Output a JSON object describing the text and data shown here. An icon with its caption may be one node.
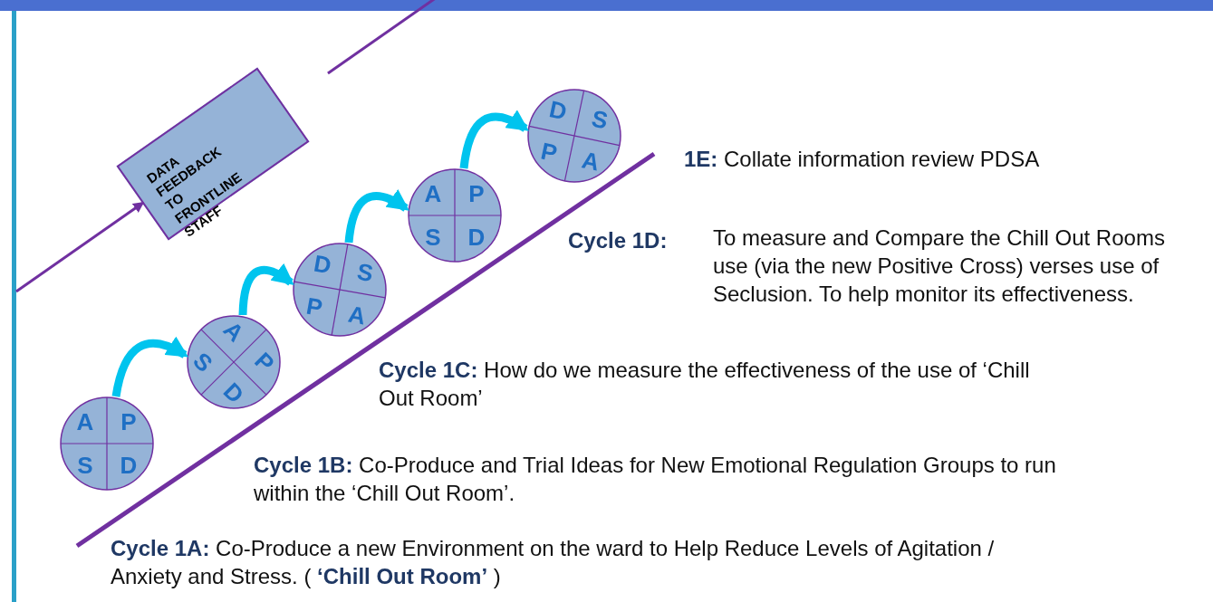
{
  "diagram": {
    "nodes": [
      {
        "text": [
          "A",
          "P",
          "S",
          "D"
        ]
      },
      {
        "text": [
          "A",
          "P",
          "S",
          "D"
        ]
      },
      {
        "text": [
          "D",
          "S",
          "P",
          "A"
        ]
      },
      {
        "text": [
          "A",
          "P",
          "S",
          "D"
        ]
      },
      {
        "text": [
          "D",
          "S",
          "P",
          "A"
        ]
      },
      {
        "text": [
          "DATA FEEDBACK TO FRONTLINE STAFF"
        ]
      }
    ],
    "edges": [
      {
        "from": 0,
        "to": 1,
        "arrow": "to"
      },
      {
        "from": 1,
        "to": 2,
        "arrow": "to"
      },
      {
        "from": 2,
        "to": 3,
        "arrow": "to"
      },
      {
        "from": 3,
        "to": 4,
        "arrow": "to"
      },
      {
        "from": null,
        "to": 5,
        "arrow": "to",
        "color": "#7030a0"
      },
      {
        "from": 5,
        "to": null,
        "arrow": "to",
        "color": "#7030a0"
      }
    ],
    "labels": [
      "**1E:** Collate information review PDSA",
      "Cycle 1D:",
      "To measure and Compare the Chill Out Rooms use (via the new Positive Cross) verses use of Seclusion. To help monitor its effectiveness.",
      "**Cycle 1C:** How do we measure the effectiveness of the use of ‘Chill Out Room’",
      "**Cycle 1B:** Co-Produce and Trial Ideas for New Emotional Regulation Groups to run within the ‘Chill Out Room’.",
      "**Cycle 1A:** Co-Produce a new Environment on the ward to Help Reduce Levels of Agitation / Anxiety and Stress. ( **‘Chill Out Room’** )"
    ]
  }
}
